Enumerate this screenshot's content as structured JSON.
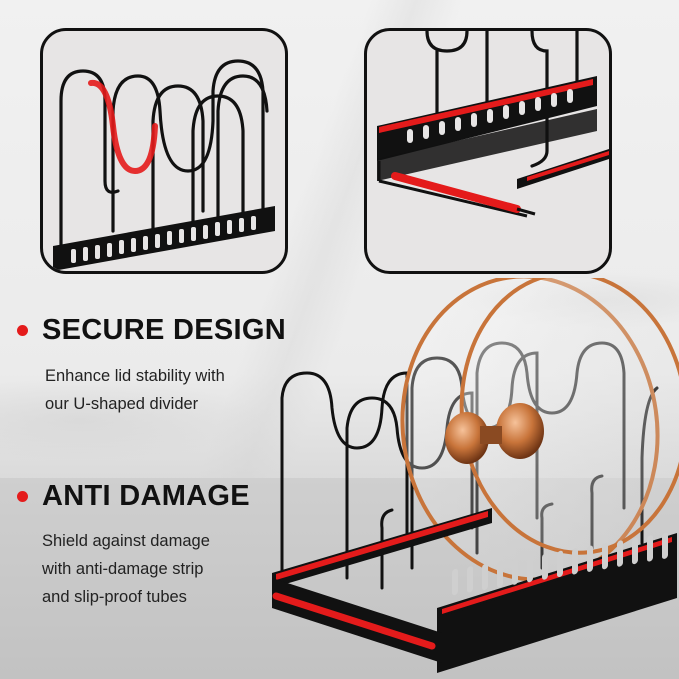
{
  "features": [
    {
      "title": "SECURE DESIGN",
      "description_lines": [
        "Enhance lid stability with",
        "our U-shaped divider"
      ]
    },
    {
      "title": "ANTI DAMAGE",
      "description_lines": [
        "Shield against damage",
        "with anti-damage strip",
        "and slip-proof tubes"
      ]
    }
  ],
  "colors": {
    "accent_red": "#e41b1b",
    "rack_black": "#111111",
    "lid_copper": "#c8743a",
    "inset_border": "#111111"
  },
  "icons": {
    "bullet": "red-dot-icon"
  }
}
